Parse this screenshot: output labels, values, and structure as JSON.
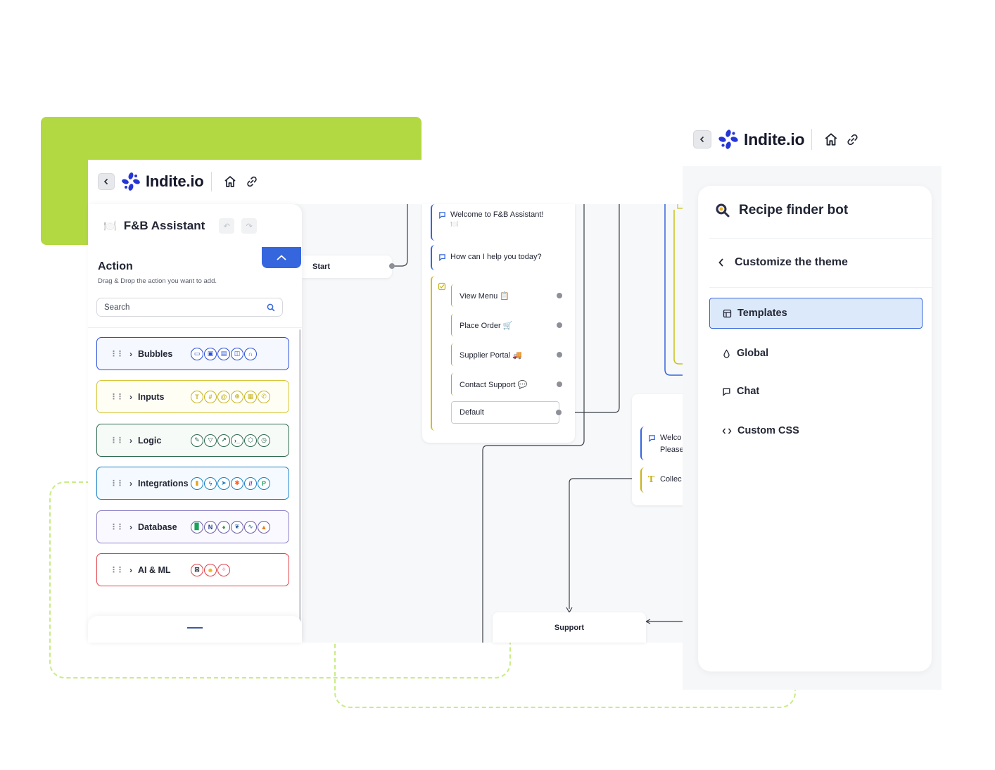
{
  "brand": {
    "name": "Indite.io"
  },
  "editor": {
    "assistant_name": "F&B Assistant",
    "action_panel": {
      "title": "Action",
      "subtitle": "Drag & Drop the action you want to add.",
      "search_placeholder": "Search",
      "categories": [
        {
          "name": "Bubbles",
          "color": "#2b4fd8"
        },
        {
          "name": "Inputs",
          "color": "#c7b41b"
        },
        {
          "name": "Logic",
          "color": "#2e6b4f"
        },
        {
          "name": "Integrations",
          "color": "#1a82c4"
        },
        {
          "name": "Database",
          "color": "#6b5ea8"
        },
        {
          "name": "AI & ML",
          "color": "#e0424a"
        }
      ]
    },
    "flow": {
      "start_label": "Start",
      "welcome_message": "Welcome to F&B Assistant!",
      "welcome_emoji": "🍽️",
      "help_message": "How can I help you today?",
      "choices": [
        "View Menu 📋",
        "Place Order 🛒",
        "Supplier Portal 🚚",
        "Contact Support 💬"
      ],
      "default_choice": "Default",
      "right_node_line1": "Welco",
      "right_node_line2": "Please",
      "right_node_line3": "Collec",
      "support_label": "Support"
    }
  },
  "theme_panel": {
    "bot_name": "Recipe finder bot",
    "back_label": "Customize the theme",
    "menu": [
      {
        "label": "Templates",
        "active": true
      },
      {
        "label": "Global",
        "active": false
      },
      {
        "label": "Chat",
        "active": false
      },
      {
        "label": "Custom CSS",
        "active": false
      }
    ]
  },
  "colors": {
    "accent": "#3566dd",
    "decor_green": "#b2d842",
    "active_bg": "#dbe9fb"
  }
}
